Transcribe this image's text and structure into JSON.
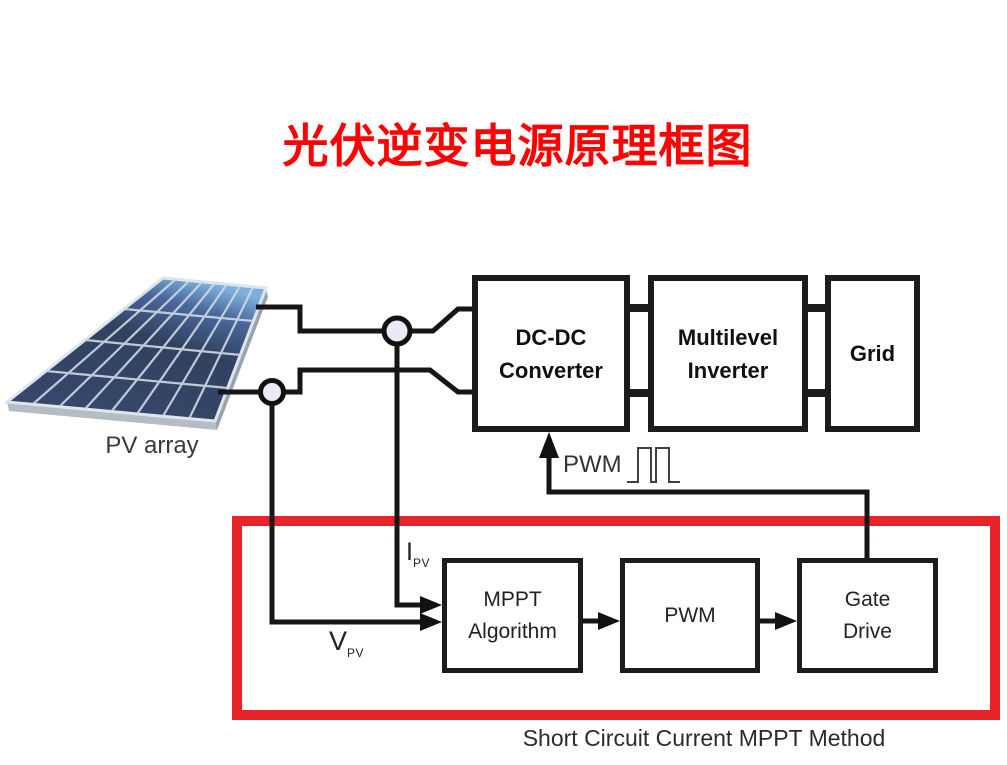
{
  "title": "光伏逆变电源原理框图",
  "pv": {
    "label": "PV array"
  },
  "blocks": {
    "dcdc": {
      "line1": "DC-DC",
      "line2": "Converter"
    },
    "inverter": {
      "line1": "Multilevel",
      "line2": "Inverter"
    },
    "grid": {
      "line1": "Grid"
    },
    "mppt": {
      "line1": "MPPT",
      "line2": "Algorithm"
    },
    "pwm": {
      "line1": "PWM"
    },
    "gate": {
      "line1": "Gate",
      "line2": "Drive"
    }
  },
  "signals": {
    "pwm": "PWM",
    "ipv_main": "I",
    "ipv_sub": "PV",
    "vpv_main": "V",
    "vpv_sub": "PV"
  },
  "caption": "Short Circuit Current MPPT Method",
  "colors": {
    "title_red": "#fe0202",
    "highlight_box_red": "#e82329",
    "wire_black": "#161616",
    "panel_cell_navy": "#31415f",
    "panel_highlight_blue": "#7db0dd"
  }
}
